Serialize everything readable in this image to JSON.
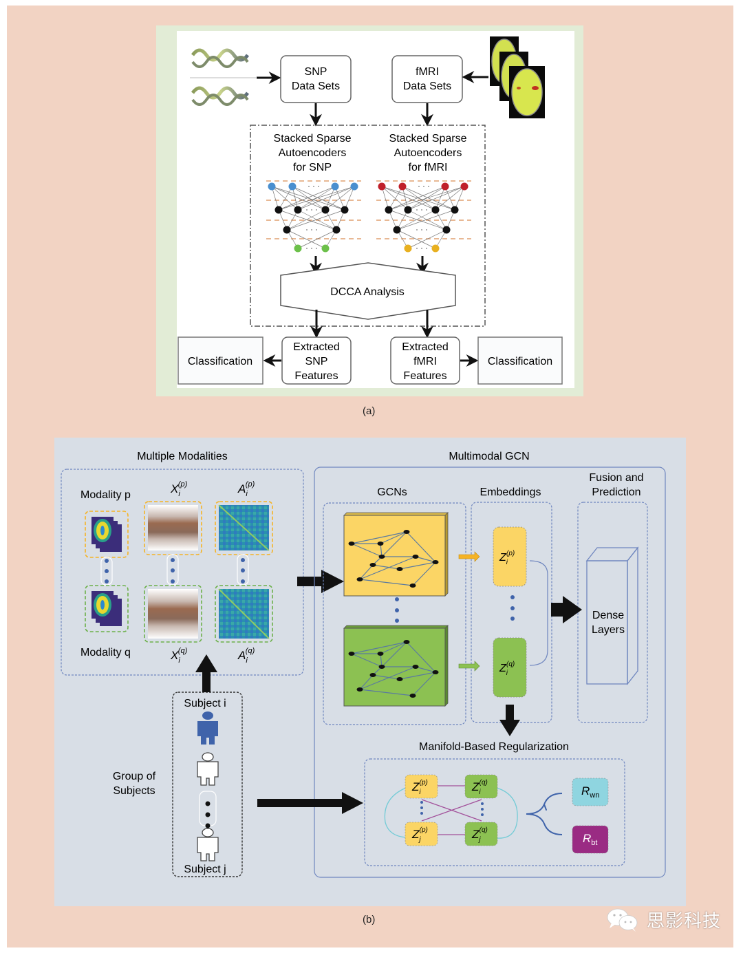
{
  "panel_a": {
    "caption": "(a)",
    "snp_data": [
      "SNP",
      "Data Sets"
    ],
    "fmri_data": [
      "fMRI",
      "Data Sets"
    ],
    "ssae_snp": [
      "Stacked Sparse",
      "Autoencoders",
      "for SNP"
    ],
    "ssae_fmri": [
      "Stacked Sparse",
      "Autoencoders",
      "for fMRI"
    ],
    "dcca": "DCCA Analysis",
    "extracted_snp": [
      "Extracted",
      "SNP",
      "Features"
    ],
    "extracted_fmri": [
      "Extracted",
      "fMRI",
      "Features"
    ],
    "classification_left": "Classification",
    "classification_right": "Classification",
    "colors": {
      "snp_input_nodes": "#4a8fcf",
      "fmri_input_nodes": "#c0202a",
      "snp_output_nodes": "#6cc04a",
      "fmri_output_nodes": "#e8b020",
      "layer_divider": "#e0a070"
    }
  },
  "panel_b": {
    "caption": "(b)",
    "multiple_modalities": {
      "title": "Multiple Modalities",
      "modality_p": "Modality p",
      "modality_q": "Modality q",
      "x_p": {
        "base": "X",
        "sub": "i",
        "sup": "(p)"
      },
      "a_p": {
        "base": "A",
        "sub": "i",
        "sup": "(p)"
      },
      "x_q": {
        "base": "X",
        "sub": "i",
        "sup": "(q)"
      },
      "a_q": {
        "base": "A",
        "sub": "i",
        "sup": "(q)"
      }
    },
    "multimodal_gcn": {
      "title": "Multimodal GCN",
      "gcns": "GCNs",
      "embeddings": "Embeddings",
      "fusion": [
        "Fusion and",
        "Prediction"
      ],
      "dense": [
        "Dense",
        "Layers"
      ],
      "z_p": {
        "base": "Z",
        "sub": "i",
        "sup": "(p)"
      },
      "z_q": {
        "base": "Z",
        "sub": "i",
        "sup": "(q)"
      }
    },
    "group": {
      "label": [
        "Group of",
        "Subjects"
      ],
      "subject_i": "Subject i",
      "subject_j": "Subject j"
    },
    "regularization": {
      "title": "Manifold-Based Regularization",
      "z_ip": {
        "base": "Z",
        "sub": "i",
        "sup": "(p)"
      },
      "z_iq": {
        "base": "Z",
        "sub": "i",
        "sup": "(q)"
      },
      "z_jp": {
        "base": "Z",
        "sub": "j",
        "sup": "(p)"
      },
      "z_jq": {
        "base": "Z",
        "sub": "j",
        "sup": "(q)"
      },
      "r_wn": {
        "base": "R",
        "sub": "wn"
      },
      "r_bt": {
        "base": "R",
        "sub": "bt"
      }
    },
    "colors": {
      "modality_p": "#f5b325",
      "modality_q": "#6cb04a",
      "gcn_yellow": "#fbd565",
      "gcn_green": "#8cc152",
      "dashed_border": "#6f86bf",
      "r_wn": "#8fd5e0",
      "r_bt": "#9a2b83",
      "subject_i": "#3f63aa"
    }
  },
  "watermark": {
    "text": "思影科技"
  }
}
